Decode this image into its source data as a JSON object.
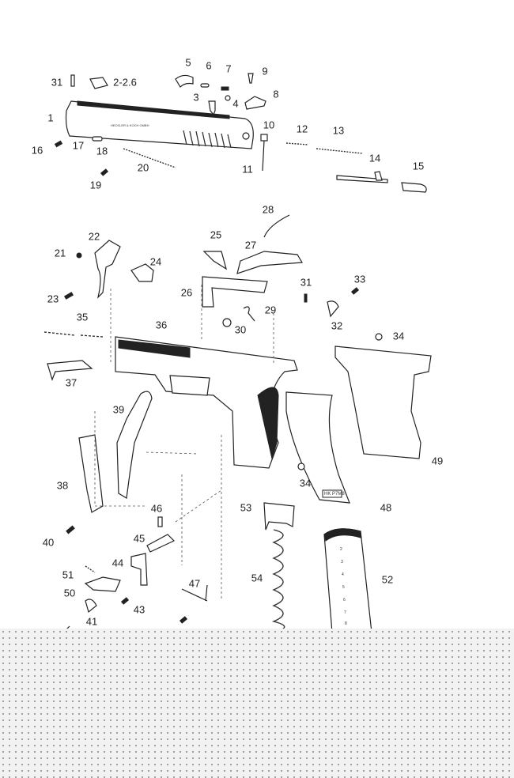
{
  "diagram": {
    "title_slide_marking": "HECKLER & KOCH GMBH",
    "grip_marking": "HK P7M8",
    "magazine_numbers": [
      "2",
      "3",
      "4",
      "5",
      "6",
      "7",
      "8"
    ],
    "labels": [
      "31",
      "2-2.6",
      "5",
      "6",
      "7",
      "9",
      "3",
      "4",
      "8",
      "1",
      "10",
      "12",
      "13",
      "16",
      "17",
      "18",
      "20",
      "14",
      "11",
      "15",
      "19",
      "28",
      "22",
      "25",
      "21",
      "27",
      "24",
      "26",
      "31",
      "33",
      "23",
      "29",
      "35",
      "36",
      "30",
      "32",
      "34",
      "37",
      "39",
      "49",
      "38",
      "34",
      "53",
      "48",
      "46",
      "40",
      "45",
      "44",
      "47",
      "54",
      "52",
      "51",
      "50",
      "43",
      "41"
    ]
  }
}
